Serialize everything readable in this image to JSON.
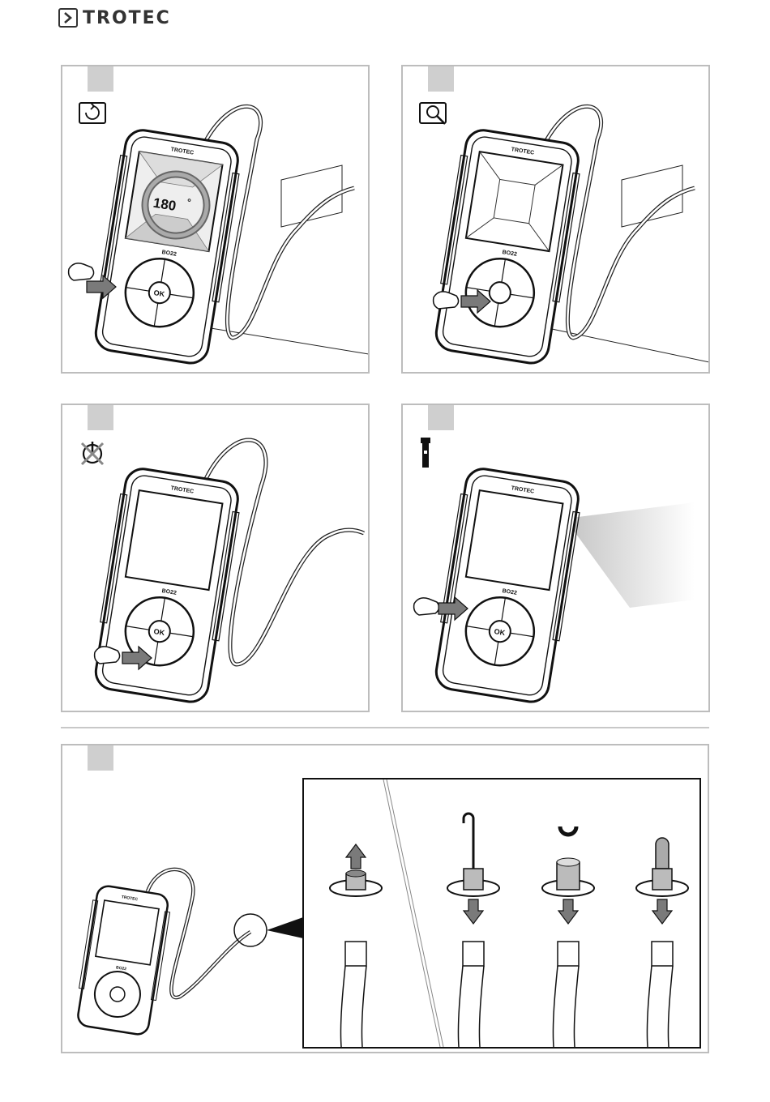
{
  "header": {
    "brand": "TROTEC"
  },
  "device": {
    "brand_label": "TROTEC",
    "model": "BO22",
    "ok_label": "OK"
  },
  "panels": [
    {
      "icon": "rotate-display-icon",
      "rotation_label": "180",
      "degree_mark": "°"
    },
    {
      "icon": "zoom-icon"
    },
    {
      "icon": "power-off-icon"
    },
    {
      "icon": "flashlight-icon"
    }
  ],
  "attachments_panel": {
    "attachments": [
      "remove-tip",
      "hook",
      "magnet",
      "mirror"
    ]
  },
  "colors": {
    "panel_border": "#bdbdbd",
    "step_box": "#cfcfcf",
    "arrow_fill": "#7a7a7a",
    "device_outline": "#1a1a1a"
  }
}
